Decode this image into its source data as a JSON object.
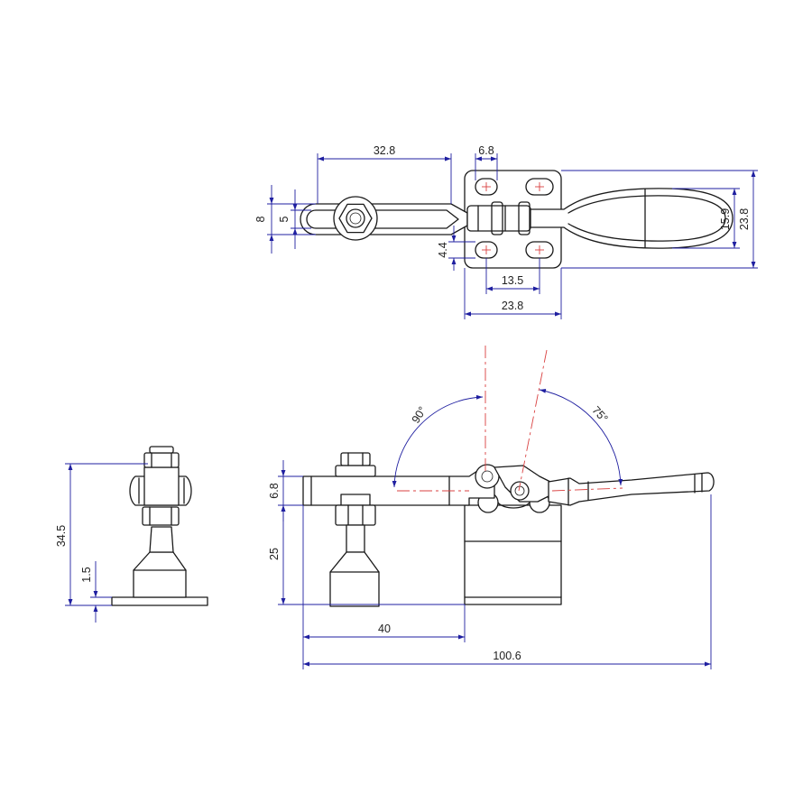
{
  "colors": {
    "outline": "#1a1a1a",
    "dimension": "#1f1fa0",
    "centerline": "#d94040",
    "background": "#ffffff"
  },
  "top_view": {
    "dims": {
      "arm_length": "32.8",
      "hole_spacing_small": "6.8",
      "arm_width_outer": "8",
      "arm_width_inner": "5",
      "hole_offset": "4.4",
      "hole_pitch": "13.5",
      "base_width": "23.8",
      "handle_width": "15.9",
      "base_depth": "23.8"
    }
  },
  "front_view": {
    "dims": {
      "angle_open": "90°",
      "angle_handle": "75°",
      "arm_thickness": "6.8",
      "base_height": "25",
      "spindle_reach": "40",
      "overall_length": "100.6"
    }
  },
  "side_view": {
    "dims": {
      "overall_height": "34.5",
      "pad_thickness": "1.5"
    }
  }
}
